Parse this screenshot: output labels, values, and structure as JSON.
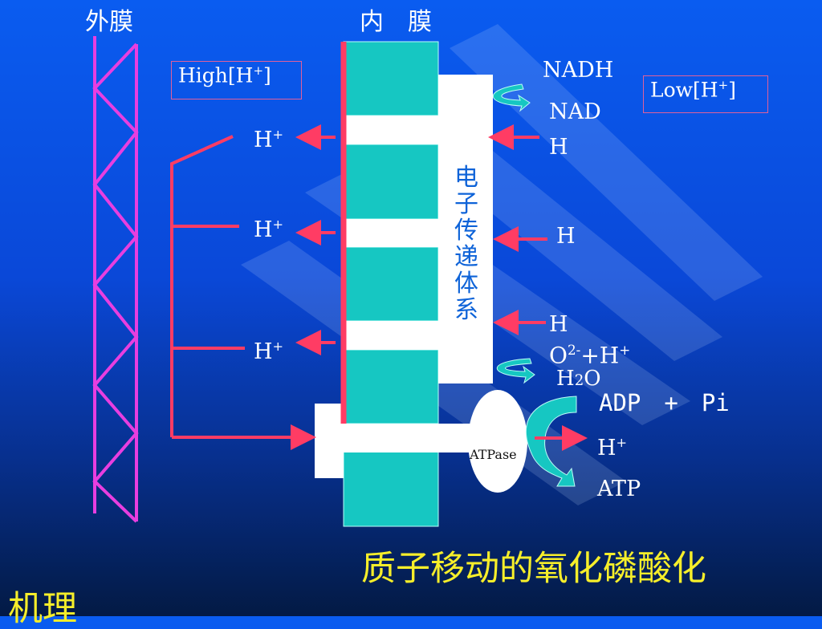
{
  "labels": {
    "outer_membrane": "外膜",
    "inner_membrane": "内　膜",
    "high_h": "High[H",
    "low_h": "Low[H",
    "bracket_close": "]",
    "h": "H",
    "plus": "+",
    "nadh": "NADH",
    "nad": "NAD",
    "nad_h": "H",
    "h_right_1": "H",
    "h_right_2": "H",
    "o2": "O",
    "o2_charge": "2-",
    "plus_h": "+H",
    "water_h": "H",
    "water_2": "2",
    "water_o": "O",
    "adp_pi": "ADP　+　Pi",
    "atp_h": "H",
    "atp": "ATP",
    "atpase": "ATPase"
  },
  "electron_chain_chars": [
    "电",
    "子",
    "传",
    "递",
    "体",
    "系"
  ],
  "title_line1": "质子移动的氧化磷酸化",
  "title_line2": "机理",
  "colors": {
    "membrane_pink": "#e83ee0",
    "arrow_red": "#ff3c64",
    "teal": "#16c7c2",
    "white": "#ffffff",
    "title_yellow": "#f6ee2a",
    "chain_blue": "#0e63d8"
  }
}
